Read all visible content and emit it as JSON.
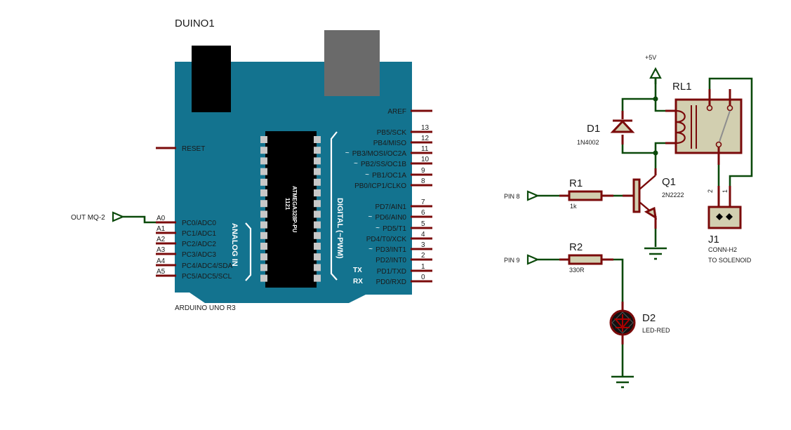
{
  "colors": {
    "board": "#13738f",
    "wire": "#0b4a0b",
    "pin": "#7a0a0a",
    "component_body": "#d2cfb0",
    "chip": "#000000",
    "usb": "#6a6a6a",
    "chip_pad": "#c8c8c8"
  },
  "arduino": {
    "ref": "DUINO1",
    "value": "ARDUINO UNO R3",
    "chip_label_line1": "1121",
    "chip_label_line2": "ATMEGA328P-PU",
    "analog_group_label": "ANALOG IN",
    "digital_group_label": "DIGITAL (~PWM)",
    "tx_label": "TX",
    "rx_label": "RX",
    "left_pins": [
      {
        "name": "RESET",
        "number": ""
      },
      {
        "name": "PC0/ADC0",
        "number": "A0"
      },
      {
        "name": "PC1/ADC1",
        "number": "A1"
      },
      {
        "name": "PC2/ADC2",
        "number": "A2"
      },
      {
        "name": "PC3/ADC3",
        "number": "A3"
      },
      {
        "name": "PC4/ADC4/SDA",
        "number": "A4"
      },
      {
        "name": "PC5/ADC5/SCL",
        "number": "A5"
      }
    ],
    "right_pins": [
      {
        "name": "AREF",
        "number": "",
        "pwm": false
      },
      {
        "name": "PB5/SCK",
        "number": "13",
        "pwm": false
      },
      {
        "name": "PB4/MISO",
        "number": "12",
        "pwm": false
      },
      {
        "name": "PB3/MOSI/OC2A",
        "number": "11",
        "pwm": true
      },
      {
        "name": "PB2/SS/OC1B",
        "number": "10",
        "pwm": true
      },
      {
        "name": "PB1/OC1A",
        "number": "9",
        "pwm": true
      },
      {
        "name": "PB0/ICP1/CLKO",
        "number": "8",
        "pwm": false
      },
      {
        "name": "PD7/AIN1",
        "number": "7",
        "pwm": false
      },
      {
        "name": "PD6/AIN0",
        "number": "6",
        "pwm": true
      },
      {
        "name": "PD5/T1",
        "number": "5",
        "pwm": true
      },
      {
        "name": "PD4/T0/XCK",
        "number": "4",
        "pwm": false
      },
      {
        "name": "PD3/INT1",
        "number": "3",
        "pwm": true
      },
      {
        "name": "PD2/INT0",
        "number": "2",
        "pwm": false
      },
      {
        "name": "PD1/TXD",
        "number": "1",
        "pwm": false
      },
      {
        "name": "PD0/RXD",
        "number": "0",
        "pwm": false
      }
    ],
    "pwm_marker": "~"
  },
  "terminals": {
    "out_mq2": "OUT MQ-2",
    "pin8": "PIN 8",
    "pin9": "PIN 9",
    "power": "+5V"
  },
  "components": {
    "r1": {
      "ref": "R1",
      "value": "1k"
    },
    "r2": {
      "ref": "R2",
      "value": "330R"
    },
    "d1": {
      "ref": "D1",
      "value": "1N4002"
    },
    "d2": {
      "ref": "D2",
      "value": "LED-RED"
    },
    "q1": {
      "ref": "Q1",
      "value": "2N2222"
    },
    "rl1": {
      "ref": "RL1"
    },
    "j1": {
      "ref": "J1",
      "value": "CONN-H2",
      "note": "TO SOLENOID",
      "pin1": "1",
      "pin2": "2"
    }
  }
}
